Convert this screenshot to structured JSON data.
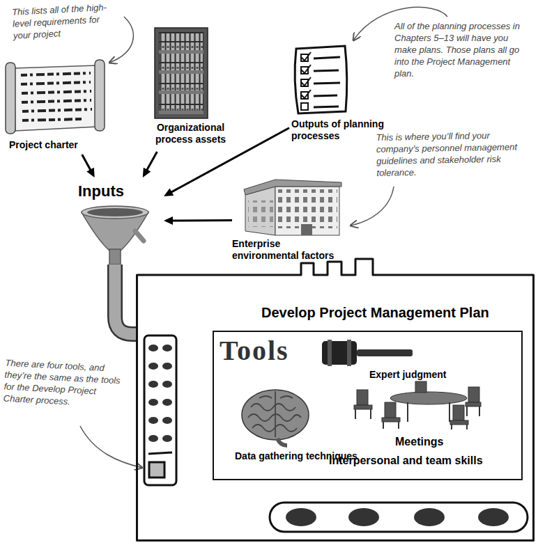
{
  "diagram": {
    "nodes": [
      {
        "text": [
          "Project charter"
        ]
      },
      {
        "text": [
          "Organizational process assets"
        ]
      },
      {
        "text": [
          "Outputs of planning processes"
        ]
      },
      {
        "text": [
          "Inputs"
        ]
      },
      {
        "text": [
          "Enterprise environmental factors"
        ]
      },
      {
        "text": [
          "Develop Project Management Plan"
        ]
      },
      {
        "text": [
          "Tools"
        ],
        "in": 5
      },
      {
        "text": [
          "Expert judgment"
        ],
        "in": 6
      },
      {
        "text": [
          "Data gathering techniques"
        ],
        "in": 6
      },
      {
        "text": [
          "Meetings"
        ],
        "in": 6
      },
      {
        "text": [
          "Interpersonal and team skills"
        ],
        "in": 6
      }
    ],
    "edges": [
      {
        "from": 0,
        "to": 3,
        "arrow": "to"
      },
      {
        "from": 1,
        "to": 3,
        "arrow": "to"
      },
      {
        "from": 2,
        "to": 3,
        "arrow": "to"
      },
      {
        "from": 4,
        "to": 3,
        "arrow": "to"
      },
      {
        "from": 3,
        "to": 5,
        "arrow": "none"
      }
    ],
    "labels": [
      "This lists all of the high-level requirements for your project",
      "All of the planning processes in Chapters 5–13 will have you make plans. Those plans all go into the Project Management plan.",
      "This is where you’ll find your company’s personnel management guidelines and stakeholder risk tolerance.",
      "There are four tools, and they’re the same as the tools for the Develop Project Charter process."
    ]
  }
}
